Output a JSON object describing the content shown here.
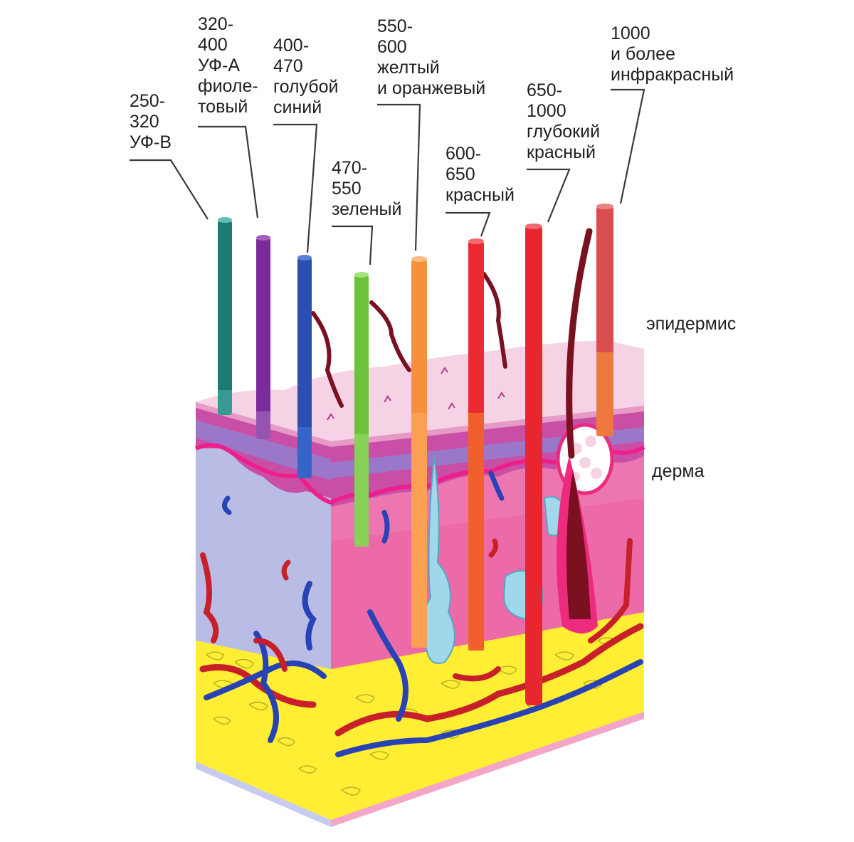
{
  "beams": [
    {
      "id": "uvb",
      "lines": [
        "250-",
        "320",
        "УФ-В"
      ],
      "color": "#1f7a73"
    },
    {
      "id": "uva",
      "lines": [
        "320-",
        "400",
        "УФ-А",
        "фиоле-",
        "товый"
      ],
      "color": "#7b2a9a"
    },
    {
      "id": "blue",
      "lines": [
        "400-",
        "470",
        "голубой",
        "синий"
      ],
      "color": "#2a4fb0"
    },
    {
      "id": "green",
      "lines": [
        "470-",
        "550",
        "зеленый"
      ],
      "color": "#6cc23a"
    },
    {
      "id": "orange",
      "lines": [
        "550-",
        "600",
        "желтый",
        "и оранжевый"
      ],
      "color": "#f7903a"
    },
    {
      "id": "red",
      "lines": [
        "600-",
        "650",
        "красный"
      ],
      "color": "#ec2a32"
    },
    {
      "id": "deepred",
      "lines": [
        "650-",
        "1000",
        "глубокий",
        "красный"
      ],
      "color": "#e8262f"
    },
    {
      "id": "ir",
      "lines": [
        "1000",
        "и более",
        "инфракрасный"
      ],
      "color": "#d94f4f"
    }
  ],
  "layers": {
    "epidermis": "эпидермис",
    "dermis": "дерма"
  },
  "colors": {
    "epidermis_top": "#f6d3e4",
    "epidermis_front": "#c94fa6",
    "basal_line": "#ee1f8a",
    "dermis_left": "#b9bde6",
    "dermis_front": "#ec6aa8",
    "fat": "#ffee33",
    "artery": "#c8202a",
    "vein": "#2743b5",
    "gland": "#9fd8ea"
  }
}
